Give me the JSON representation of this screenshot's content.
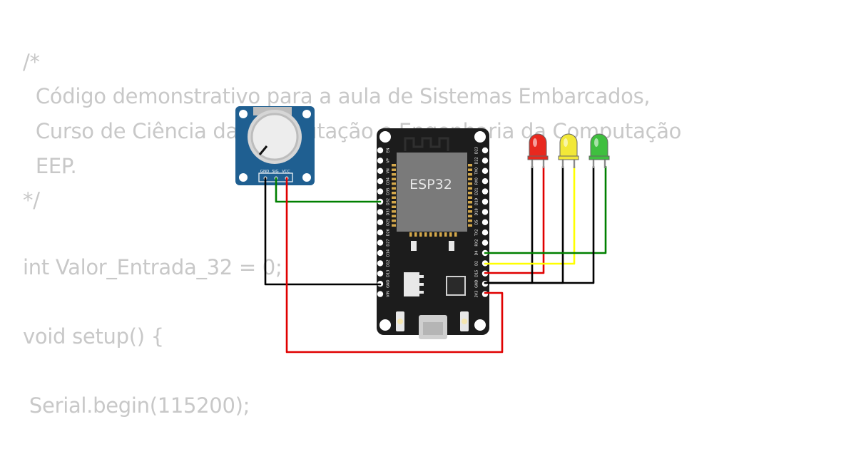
{
  "code_lines": [
    "/*",
    "  Código demonstrativo para a aula de Sistemas Embarcados,",
    "  Curso de Ciência da Computação e Engenharia da Computação",
    "  EEP.",
    "*/",
    "",
    "int Valor_Entrada_32 = 0;",
    "",
    "void setup() {",
    "",
    " Serial.begin(115200);"
  ],
  "board": {
    "chip_label": "ESP32",
    "left_pins": [
      "EN",
      "VP",
      "VN",
      "D34",
      "D35",
      "D32",
      "D33",
      "D25",
      "D26",
      "D27",
      "D14",
      "D12",
      "D13",
      "GND",
      "VIN"
    ],
    "right_pins": [
      "D23",
      "D22",
      "TX0",
      "RX0",
      "D21",
      "D19",
      "D18",
      "D5",
      "TX2",
      "RX2",
      "D4",
      "D2",
      "D15",
      "GND",
      "3V3"
    ]
  },
  "potentiometer": {
    "pins": [
      "GND",
      "SIG",
      "VCC"
    ]
  },
  "leds": [
    {
      "name": "red",
      "color": "#e8281e"
    },
    {
      "name": "yellow",
      "color": "#f2e838"
    },
    {
      "name": "green",
      "color": "#3fbf3f"
    }
  ],
  "wire_colors": {
    "black": "#000000",
    "red": "#e00000",
    "green": "#008000",
    "yellow": "#ffff00"
  }
}
